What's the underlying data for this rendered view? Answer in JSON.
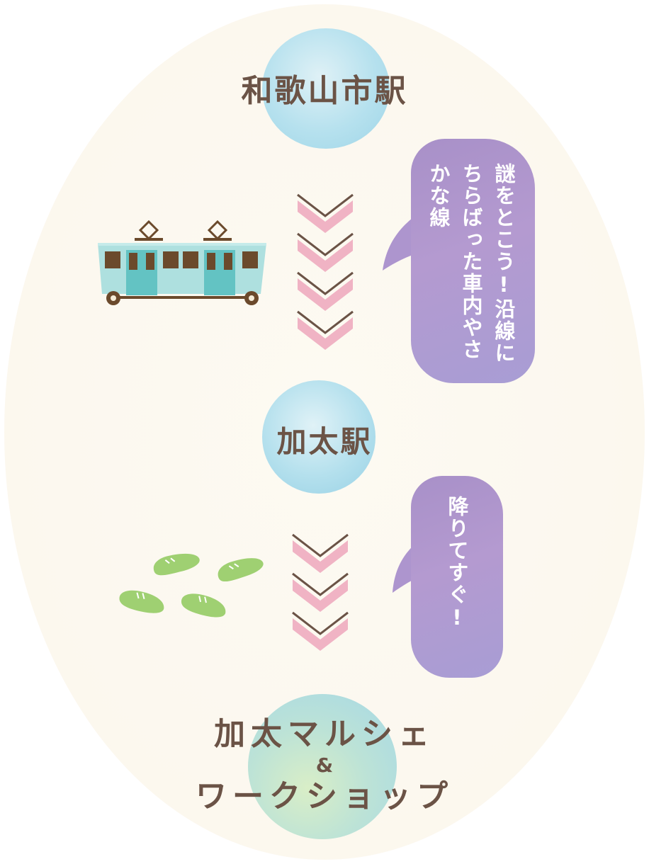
{
  "stations": {
    "origin": "和歌山市駅",
    "stop": "加太駅"
  },
  "destination": {
    "line1": "加太マルシェ",
    "amp": "&",
    "line2": "ワークショップ"
  },
  "notes": {
    "ride_line1": "車内やさかな線",
    "ride_line2": "沿線にちらばった",
    "ride_line3": "謎をとこう!",
    "walk": "降りてすぐ!"
  },
  "icons": [
    "train-icon",
    "chevron-down-icon",
    "footprints-icon"
  ],
  "colors": {
    "text": "#6b5346",
    "chevron": "#f0b3c4",
    "bubble": "#ae96cf",
    "train": "#a8dcdc",
    "shoe": "#9fd072"
  }
}
